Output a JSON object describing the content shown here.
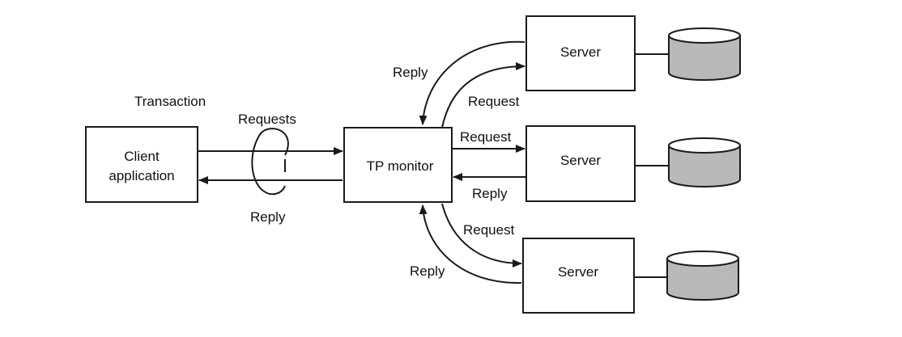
{
  "colors": {
    "ink": "#1a1a1a",
    "paper": "#ffffff",
    "disk_fill": "#b8b8b8"
  },
  "labels": {
    "transaction": "Transaction",
    "requests": "Requests",
    "client_reply": "Reply",
    "client_line1": "Client",
    "client_line2": "application",
    "tp_monitor": "TP monitor"
  },
  "servers": [
    {
      "label": "Server",
      "request": "Request",
      "reply": "Reply",
      "icon": "database-icon"
    },
    {
      "label": "Server",
      "request": "Request",
      "reply": "Reply",
      "icon": "database-icon"
    },
    {
      "label": "Server",
      "request": "Request",
      "reply": "Reply",
      "icon": "database-icon"
    }
  ]
}
